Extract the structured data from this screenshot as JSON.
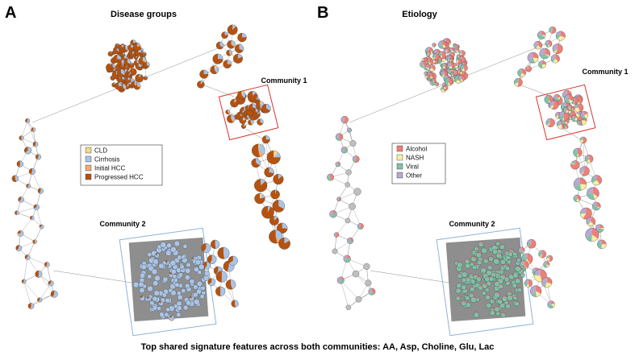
{
  "figure": {
    "footer": "Top shared signature features across both communities: AA, Asp, Choline, Glu, Lac"
  },
  "panels": [
    {
      "letter": "A",
      "title": "Disease groups",
      "community_1_label": "Community 1",
      "community_2_label": "Community 2",
      "legend": [
        {
          "label": "CLD",
          "color": "#f4d78a"
        },
        {
          "label": "Cirrhosis",
          "color": "#a9c4e6"
        },
        {
          "label": "Initial HCC",
          "color": "#f2ab73"
        },
        {
          "label": "Progressed HCC",
          "color": "#b6520f"
        }
      ]
    },
    {
      "letter": "B",
      "title": "Etiology",
      "community_1_label": "Community 1",
      "community_2_label": "Community 2",
      "legend": [
        {
          "label": "Alcohol",
          "color": "#ee7f76"
        },
        {
          "label": "NASH",
          "color": "#f6f0a2"
        },
        {
          "label": "Viral",
          "color": "#7fc3a8"
        },
        {
          "label": "Other",
          "color": "#b8a9d0"
        }
      ]
    }
  ],
  "colors": {
    "community_1_box": "#d9342b",
    "community_2_box": "#8db4d8",
    "node_default": "#bfbfbf",
    "edge": "#9a9a9a"
  }
}
